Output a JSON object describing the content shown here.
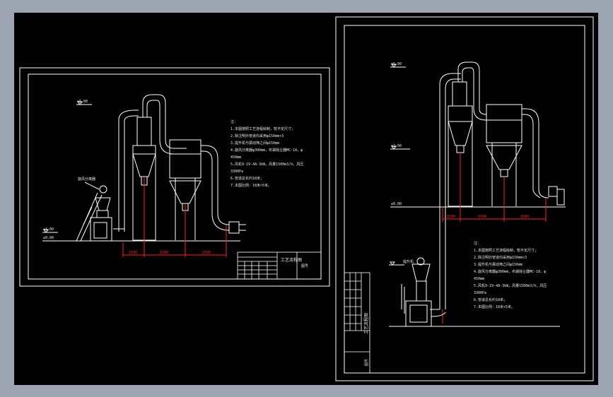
{
  "colors": {
    "background": "#9ba4b0",
    "viewport": "#000000",
    "linework": "#ffffff",
    "dimension": "#ff2020",
    "text": "#e8e8e8"
  },
  "left_sheet": {
    "level_top": "+5.00",
    "level_mid": "+1.00",
    "level_floor": "±0.00",
    "label_tag": "旋风分离器",
    "dims": [
      "1500",
      "1500",
      "1500"
    ],
    "notes": [
      "注：",
      "1.本图按照工艺流程绘制，暂不定尺寸；",
      "2.除注明外管道均采用φ150mm×3",
      "3.提升机与振动筛之间φ150mm",
      "4.旋风分离器φ300mm，布袋除尘器MC-18，φ",
      "450mm",
      "5.风机9-19-4A-3kW，风量1500m3/h，风压",
      "3300Pa",
      "6.管道总长约18米；",
      "7.本图比例：18米×5米。"
    ],
    "title_block": {
      "name": "工艺流程图",
      "number": "图号"
    }
  },
  "right_sheet": {
    "level_top": "+5.00",
    "level_mid": "+2.00",
    "level_floor": "±0.00",
    "label_tag": "提升机",
    "dims": [
      "1500",
      "1500",
      "1500"
    ],
    "notes": [
      "注：",
      "1.本图按照工艺流程绘制，暂不定尺寸；",
      "2.除注明外管道均采用φ150mm×3",
      "3.提升机与振动筛之间φ150mm",
      "4.旋风分离器φ300mm，布袋除尘器MC-18，φ",
      "450mm",
      "5.风机9-19-4A-3kW，风量1500m3/h，风压",
      "3300Pa",
      "6.管道总长约18米；",
      "7.本图比例：18米×5米。"
    ],
    "title_block": {
      "name": "工艺流程图",
      "number": "图号"
    }
  }
}
